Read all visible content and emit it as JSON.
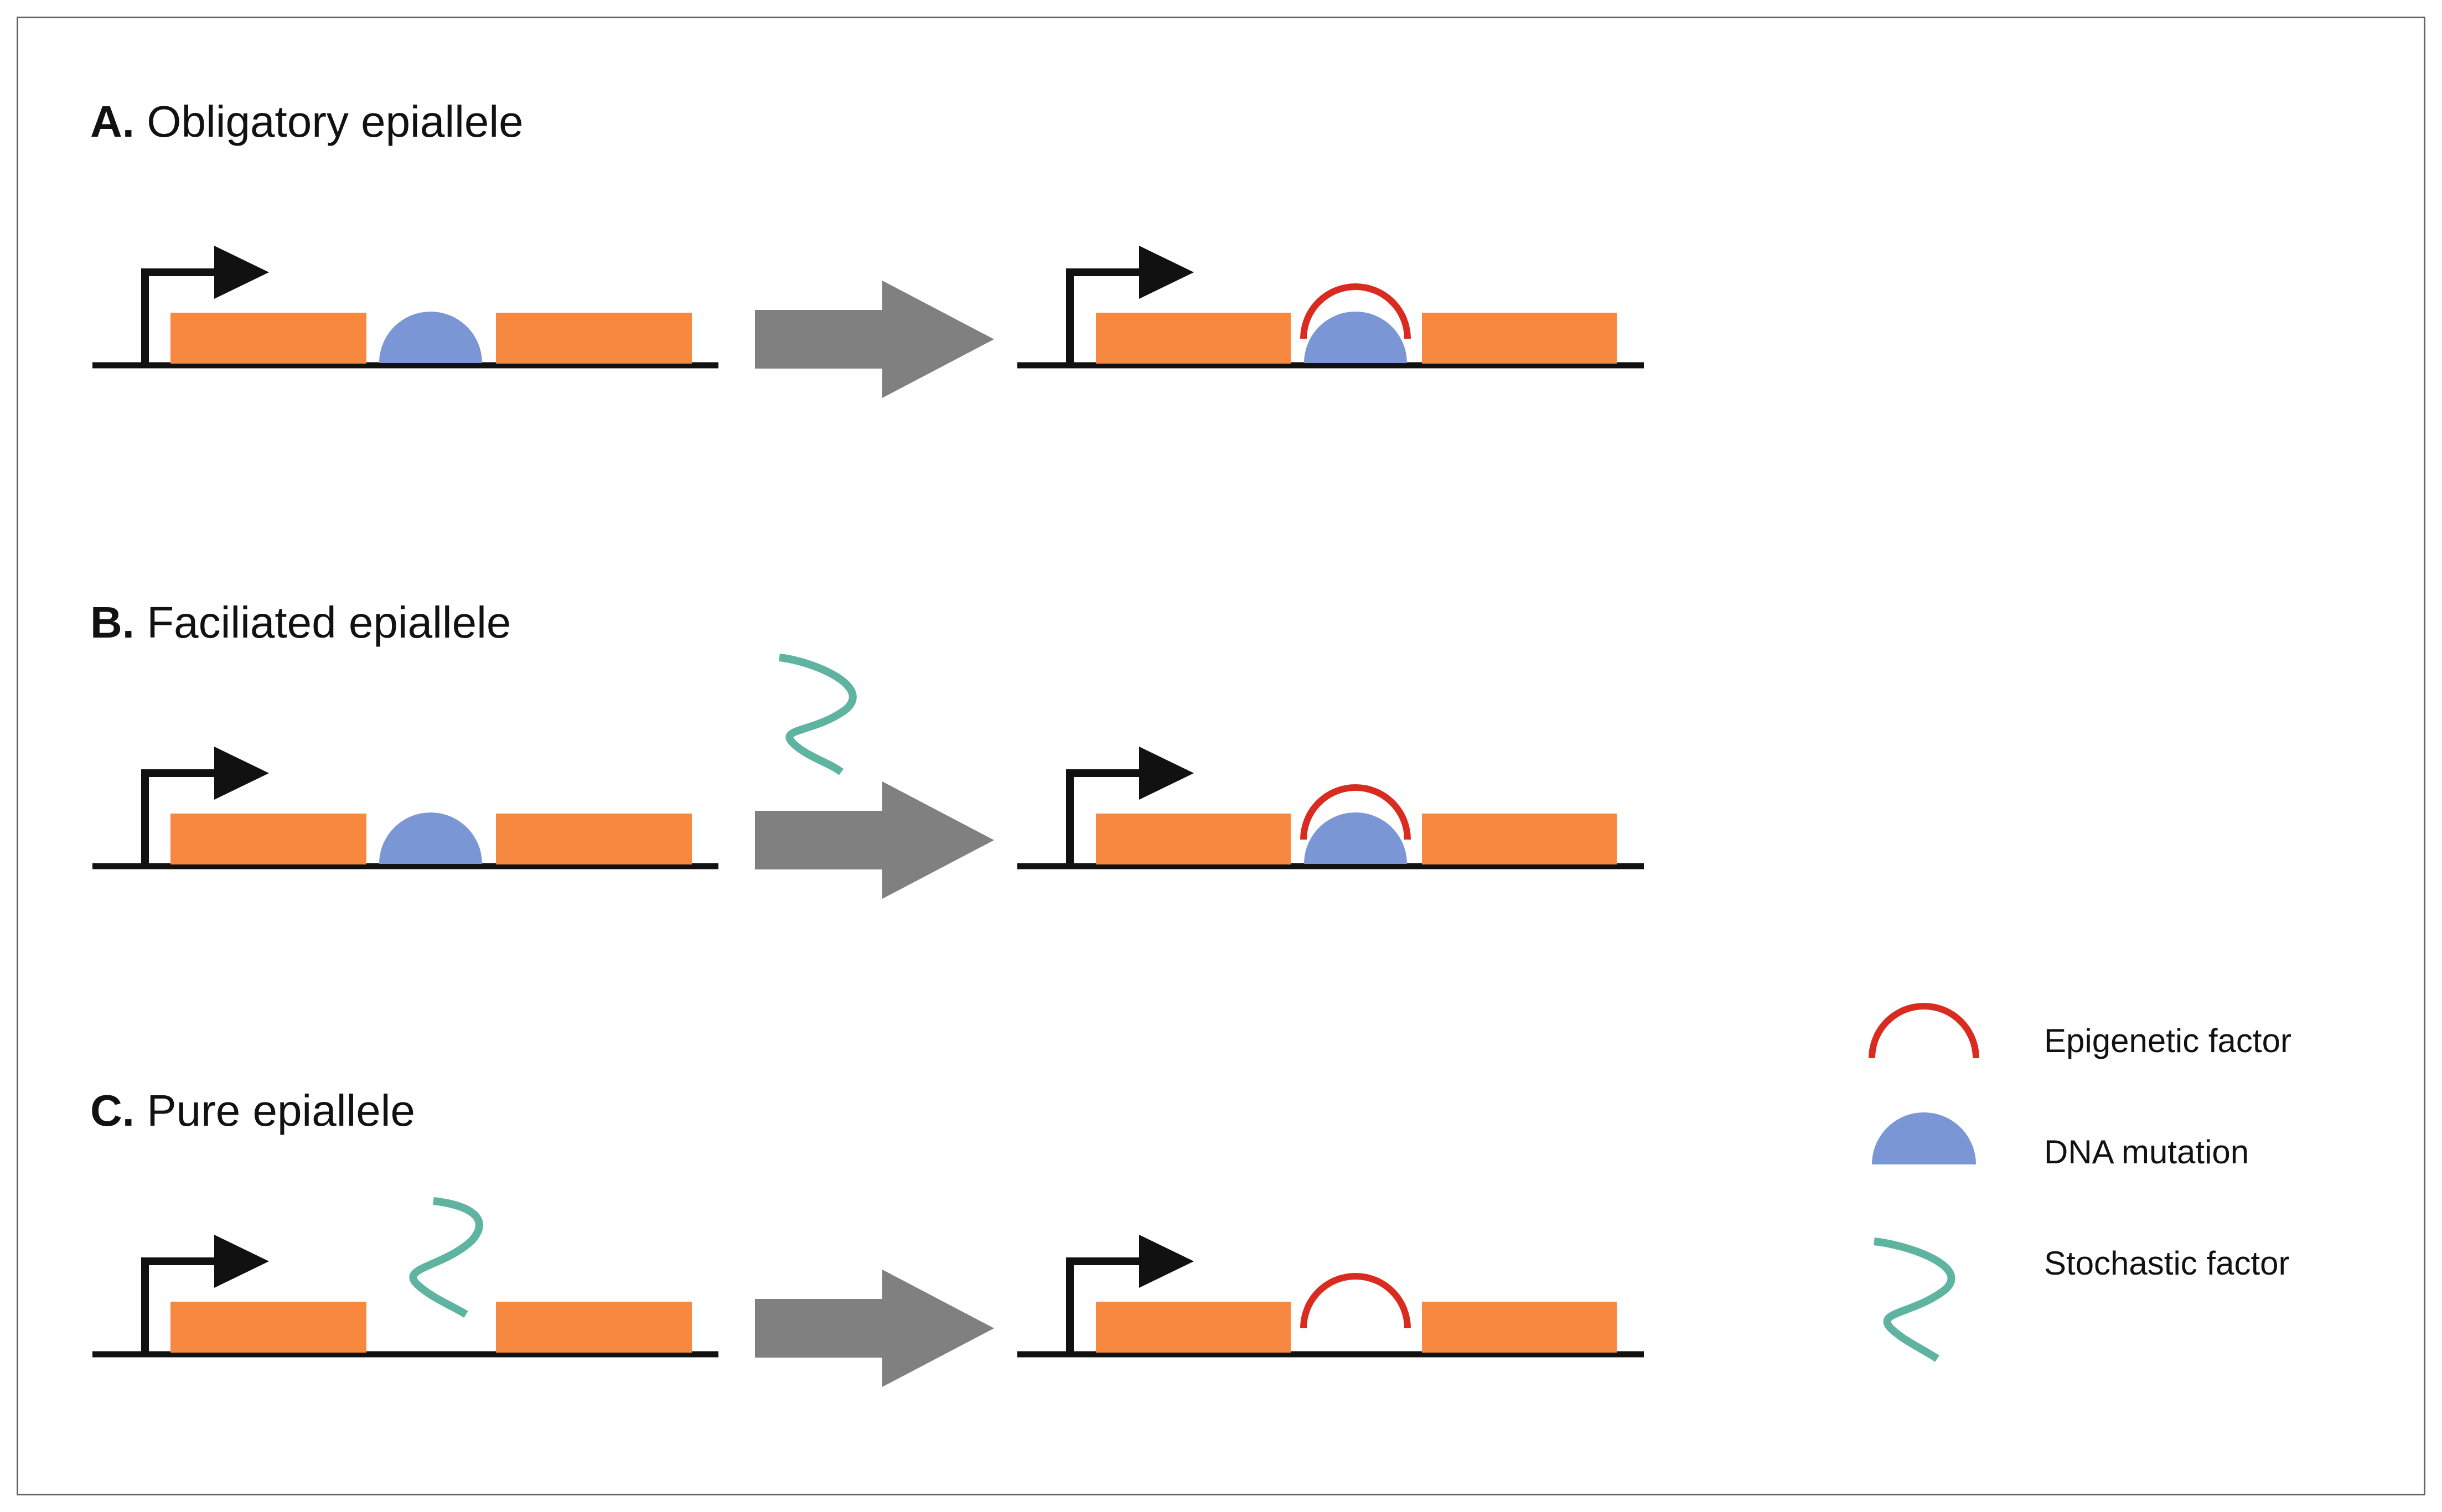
{
  "panels": [
    {
      "letter": "A.",
      "title": "Obligatory epiallele"
    },
    {
      "letter": "B.",
      "title": "Faciliated epiallele"
    },
    {
      "letter": "C.",
      "title": "Pure epiallele"
    }
  ],
  "legend": [
    {
      "label": "Epigenetic factor",
      "icon": "red-arc-icon"
    },
    {
      "label": "DNA mutation",
      "icon": "blue-semicircle-icon"
    },
    {
      "label": "Stochastic factor",
      "icon": "green-squiggle-icon"
    }
  ],
  "colors": {
    "exon": "#f7883f",
    "mutation": "#7b96d4",
    "epigenetic": "#d92b1f",
    "stochastic": "#5fb3a1",
    "transition_arrow": "#808080",
    "dna_line": "#111111"
  }
}
